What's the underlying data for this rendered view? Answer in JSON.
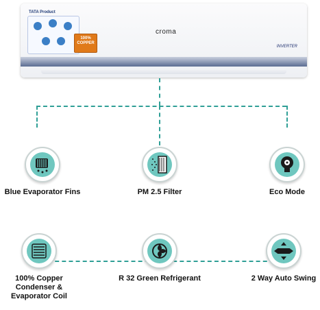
{
  "product": {
    "maker_tag": "TATA Product",
    "brand_logo": "croma",
    "badge_text": "100% COPPER",
    "inverter_tag": "INVERTER"
  },
  "features": [
    {
      "label": "Blue Evaporator Fins",
      "icon": "evaporator-fins-icon"
    },
    {
      "label": "PM 2.5 Filter",
      "icon": "filter-icon"
    },
    {
      "label": "Eco Mode",
      "icon": "eco-bulb-icon"
    },
    {
      "label": "100% Copper Condenser & Evaporator Coil",
      "icon": "copper-coil-icon"
    },
    {
      "label": "R 32 Green Refrigerant",
      "icon": "green-refrigerant-icon"
    },
    {
      "label": "2 Way Auto Swing",
      "icon": "auto-swing-icon"
    }
  ],
  "colors": {
    "accent": "#2f9f96",
    "icon_fill": "#6fc7bf",
    "stripe": "#5b6c92"
  }
}
